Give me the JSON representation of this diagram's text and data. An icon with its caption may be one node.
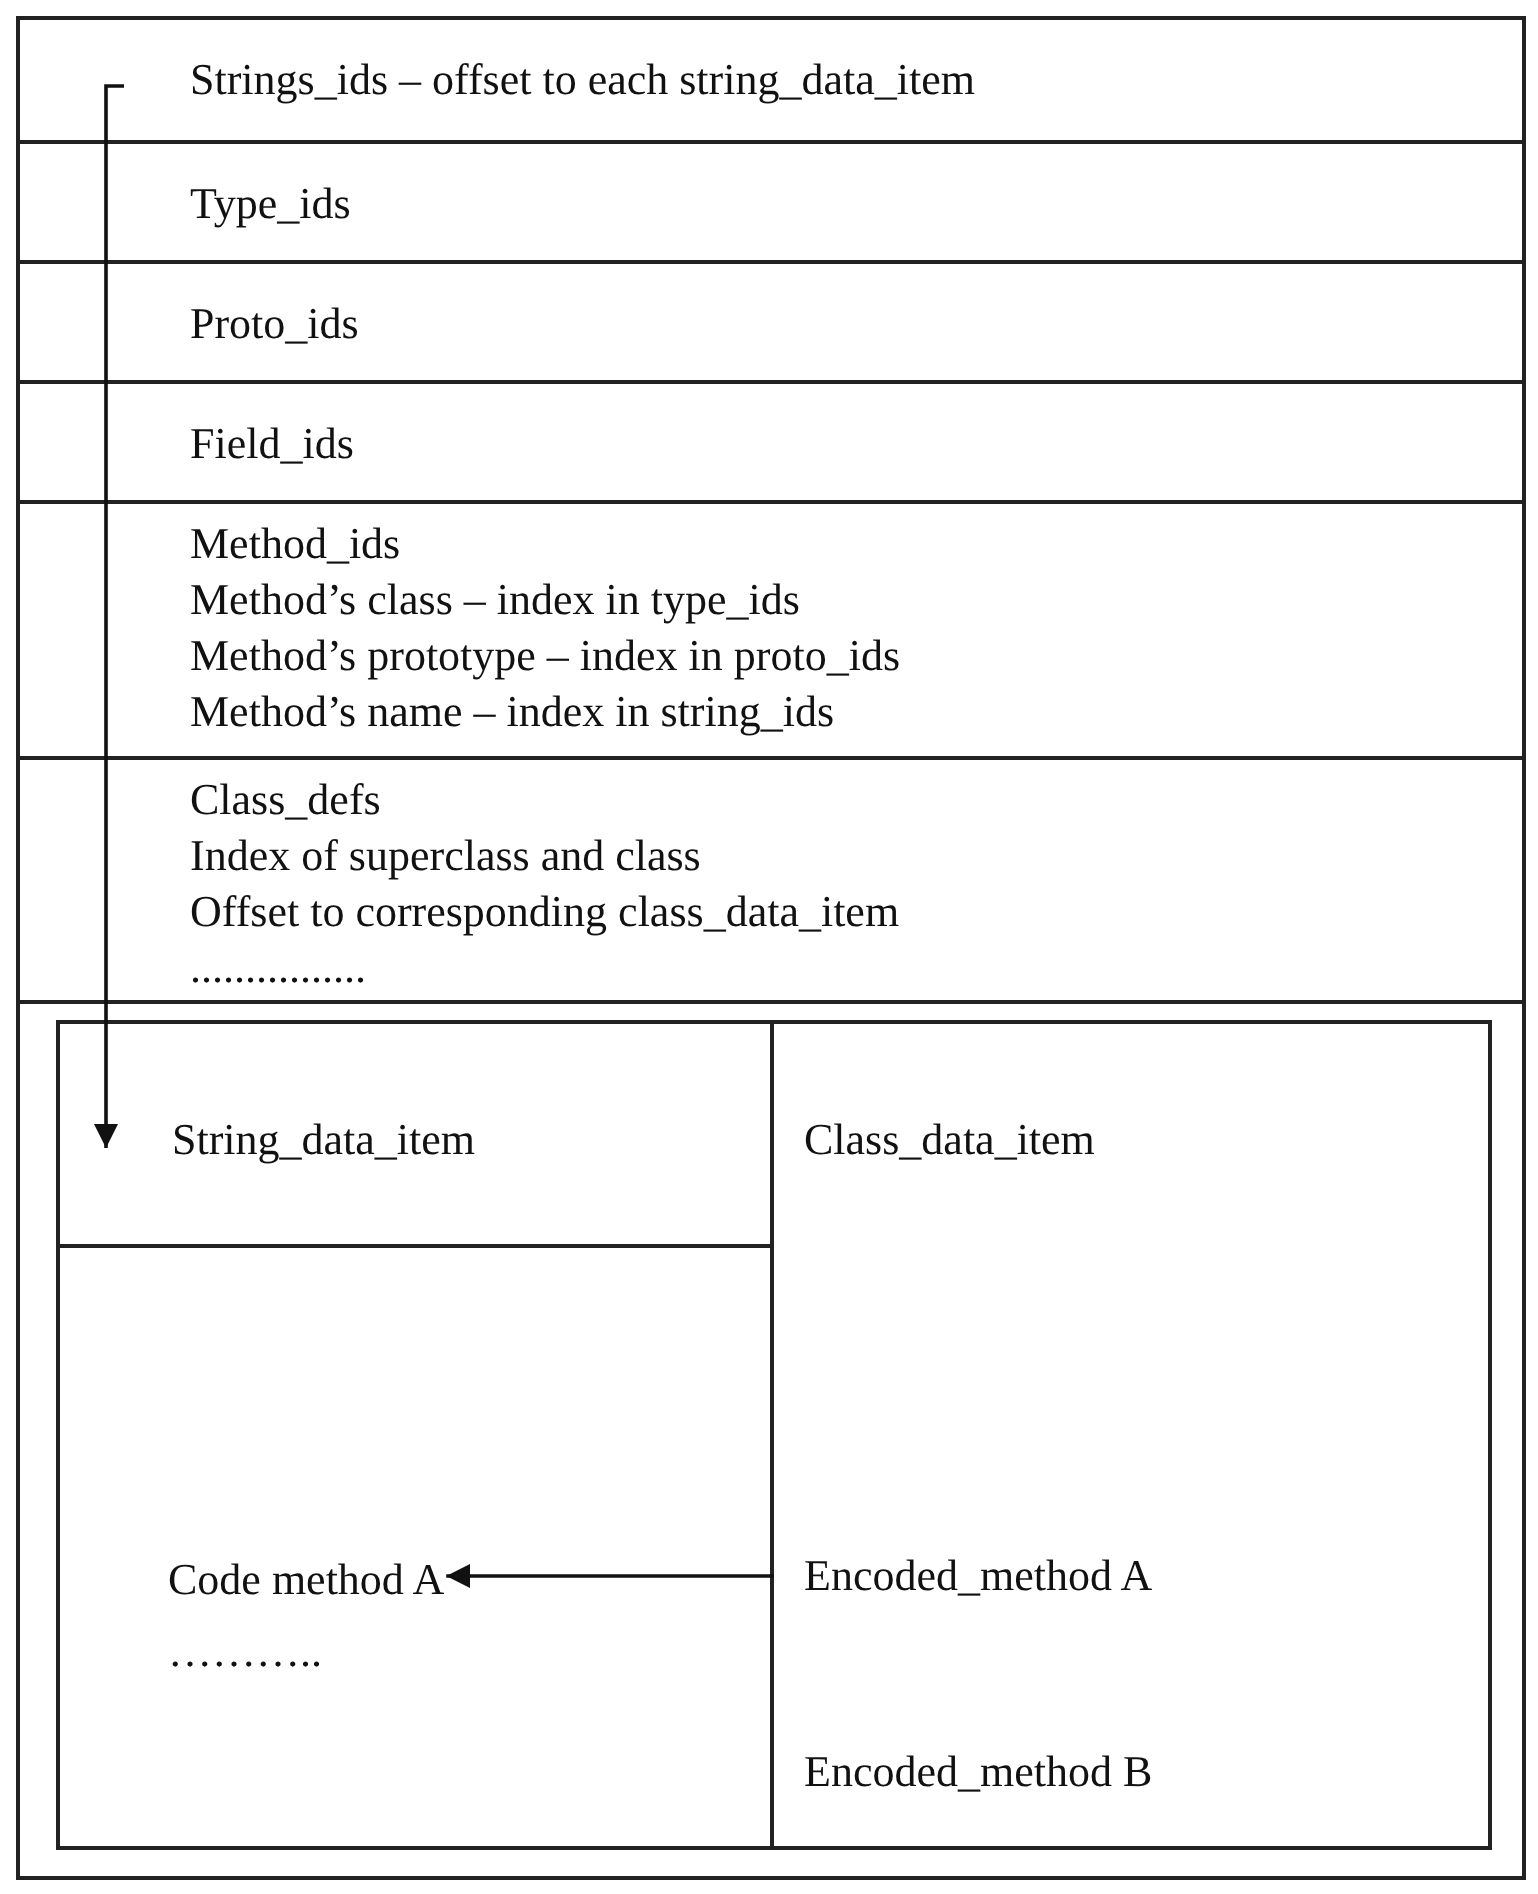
{
  "diagram": {
    "nodes": [
      {
        "text": [],
        "shape": "box"
      },
      {
        "text": [
          "Strings_ids – offset to each string_data_item"
        ],
        "in": 0
      },
      {
        "text": [
          "Type_ids"
        ],
        "in": 0
      },
      {
        "text": [
          "Proto_ids"
        ],
        "in": 0
      },
      {
        "text": [
          "Field_ids"
        ],
        "in": 0
      },
      {
        "text": [
          "Method_ids",
          "Method’s class – index in type_ids",
          "Method’s prototype – index in proto_ids",
          "Method’s name – index in string_ids"
        ],
        "in": 0
      },
      {
        "text": [
          "Class_defs",
          "Index of superclass and class",
          "Offset to corresponding class_data_item",
          "................"
        ],
        "in": 0
      },
      {
        "text": [],
        "shape": "box",
        "in": 0
      },
      {
        "text": [
          "String_data_item"
        ],
        "in": 7
      },
      {
        "text": [
          "……….."
        ],
        "in": 7
      },
      {
        "text": [
          "Code method A"
        ],
        "in": 9
      },
      {
        "text": [
          "Class_data_item",
          "Encoded_method A",
          "Encoded_method B"
        ],
        "in": 7
      }
    ],
    "edges": [
      {
        "from": 1,
        "to": 8,
        "arrow": "to"
      },
      {
        "from": 11,
        "to": 10,
        "arrow": "to"
      }
    ]
  }
}
